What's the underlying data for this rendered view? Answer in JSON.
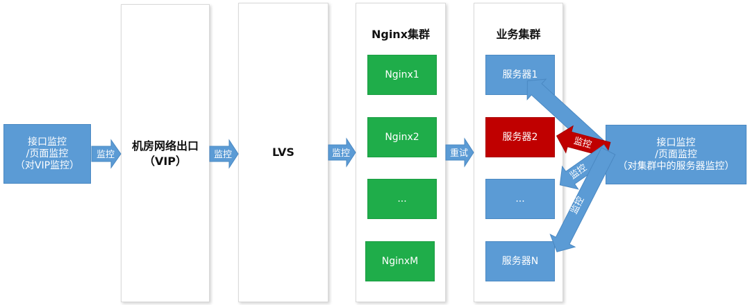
{
  "left_box": {
    "line1": "接口监控",
    "line2": "/页面监控",
    "line3": "（对VIP监控）"
  },
  "right_box": {
    "line1": "接口监控",
    "line2": "/页面监控",
    "line3": "（对集群中的服务器监控）"
  },
  "vip_panel": {
    "line1": "机房网络出口",
    "line2": "（VIP）"
  },
  "lvs_panel": {
    "label": "LVS"
  },
  "nginx_panel": {
    "title": "Nginx集群",
    "nodes": [
      "Nginx1",
      "Nginx2",
      "...",
      "NginxM"
    ]
  },
  "service_panel": {
    "title": "业务集群",
    "nodes": [
      "服务器1",
      "服务器2",
      "...",
      "服务器N"
    ]
  },
  "arrows": {
    "a1": "监控",
    "a2": "监控",
    "a3": "监控",
    "a4": "重试",
    "d1": "监控",
    "d2": "监控",
    "d3": "监控",
    "d4": "监控"
  },
  "colors": {
    "blue": "#5b9bd5",
    "green": "#1fad4a",
    "red": "#c00000",
    "arrow": "#5b9bd5"
  }
}
